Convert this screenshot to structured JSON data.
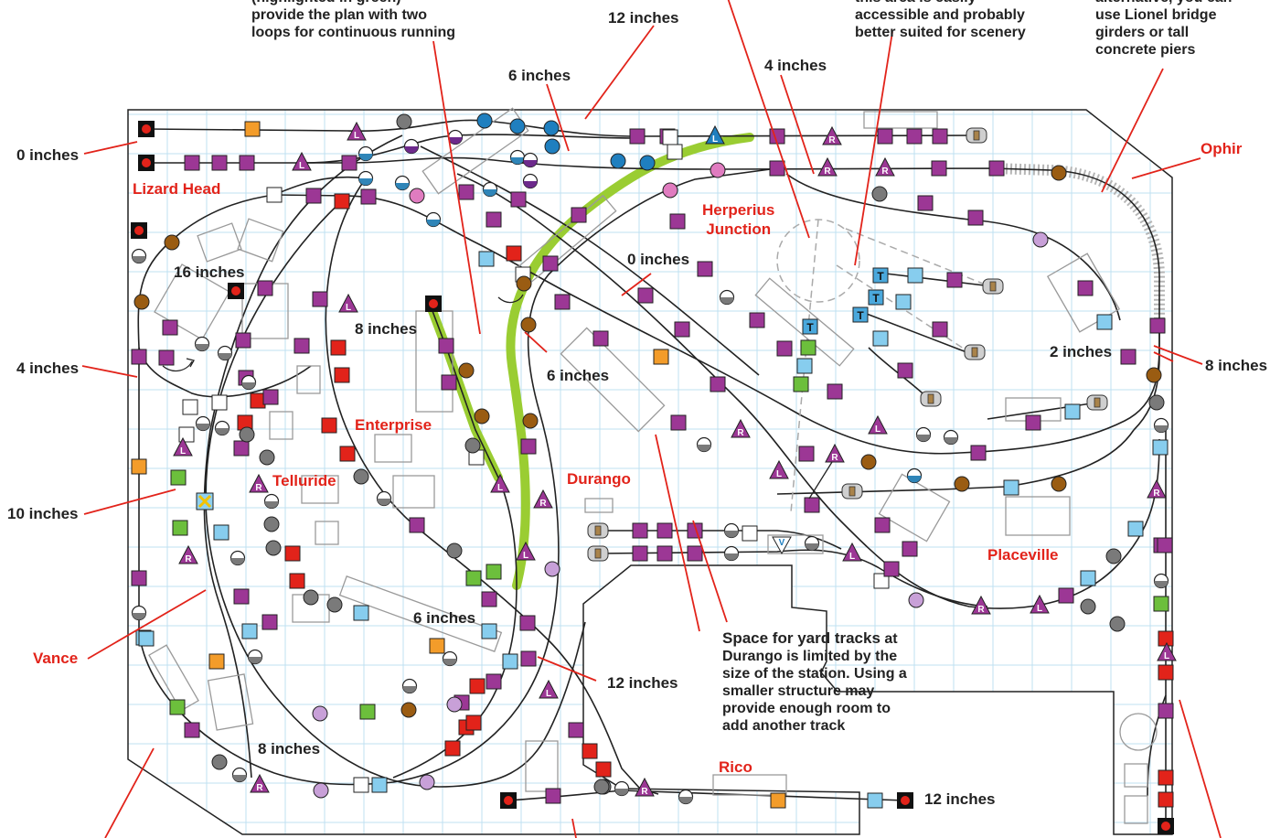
{
  "colors": {
    "grid": "#bfe0f2",
    "track": "#222222",
    "leader": "#e2231a",
    "highlight": "#9acd32",
    "purple": "#9c3795",
    "blue": "#87cdee",
    "red": "#e2231a",
    "green": "#6cbf3c",
    "orange": "#f39c2a",
    "brown": "#9a5c12",
    "gray": "#7a7a7a",
    "pink": "#e07cc0",
    "lilac": "#c8a0d8"
  },
  "notes": {
    "loops_note": "(highlighted in green)\nprovide the plan with two\nloops for continuous running",
    "scenery_note": "this area is easily\naccessible and probably\nbetter suited for scenery",
    "bridge_note": "alternative, you can\nuse Lionel bridge\ngirders or tall\nconcrete piers",
    "yard_note_bold": "Space for yard tracks",
    "yard_note_rest": " at\nDurango is limited by the\nsize of the station. Using a\nsmaller structure may\nprovide enough room to\nadd another track"
  },
  "elevations": [
    {
      "id": "e12top",
      "text": "12 inches"
    },
    {
      "id": "e6top",
      "text": "6 inches"
    },
    {
      "id": "e4top",
      "text": "4 inches"
    },
    {
      "id": "e0left",
      "text": "0 inches"
    },
    {
      "id": "e16",
      "text": "16 inches"
    },
    {
      "id": "e4left",
      "text": "4 inches"
    },
    {
      "id": "e8mid",
      "text": "8 inches"
    },
    {
      "id": "e0mid",
      "text": "0 inches"
    },
    {
      "id": "e6mid",
      "text": "6 inches"
    },
    {
      "id": "e2",
      "text": "2 inches"
    },
    {
      "id": "e8right",
      "text": "8 inches"
    },
    {
      "id": "e10",
      "text": "10 inches"
    },
    {
      "id": "e6low",
      "text": "6 inches"
    },
    {
      "id": "e12mid",
      "text": "12 inches"
    },
    {
      "id": "e8low",
      "text": "8 inches"
    },
    {
      "id": "e12bottom",
      "text": "12 inches"
    }
  ],
  "towns": [
    {
      "id": "lizard",
      "text": "Lizard Head"
    },
    {
      "id": "herperius",
      "text": "Herperius\nJunction"
    },
    {
      "id": "ophir",
      "text": "Ophir"
    },
    {
      "id": "enterprise",
      "text": "Enterprise"
    },
    {
      "id": "telluride",
      "text": "Telluride"
    },
    {
      "id": "durango",
      "text": "Durango"
    },
    {
      "id": "placeville",
      "text": "Placeville"
    },
    {
      "id": "vance",
      "text": "Vance"
    },
    {
      "id": "rico",
      "text": "Rico"
    }
  ],
  "track_markers": {
    "L": "L",
    "R": "R",
    "T": "T",
    "V": "V"
  }
}
